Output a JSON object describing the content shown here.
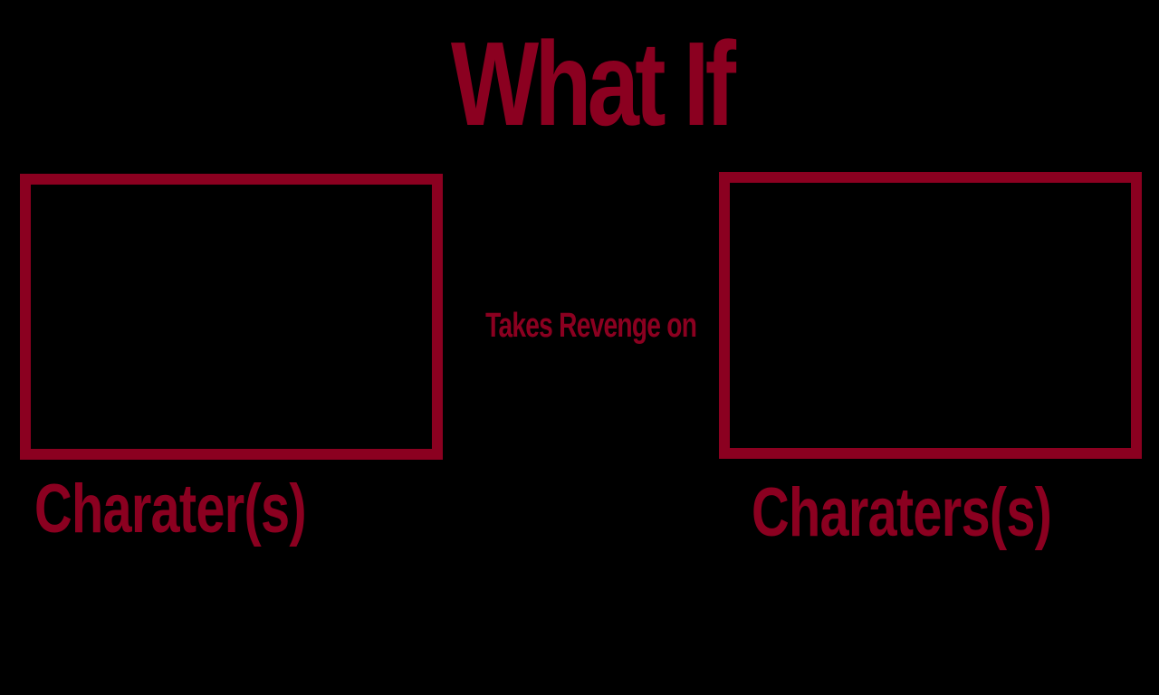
{
  "title": "What If",
  "middle_text": "Takes Revenge on",
  "left_panel": {
    "label": "Charater(s)"
  },
  "right_panel": {
    "label": "Charaters(s)"
  },
  "colors": {
    "background": "#000000",
    "accent": "#8b0020"
  }
}
